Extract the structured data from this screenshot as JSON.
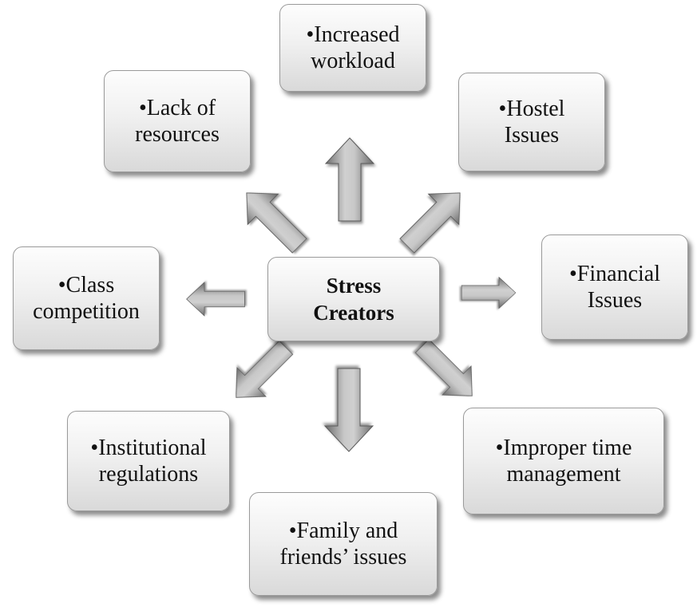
{
  "center": {
    "line1": "Stress",
    "line2": "Creators"
  },
  "nodes": [
    {
      "id": "increased-workload",
      "line1": "•Increased",
      "line2": "workload"
    },
    {
      "id": "lack-of-resources",
      "line1": "•Lack of",
      "line2": "resources"
    },
    {
      "id": "hostel-issues",
      "line1": "•Hostel",
      "line2": "Issues"
    },
    {
      "id": "class-competition",
      "line1": "•Class",
      "line2": "competition"
    },
    {
      "id": "financial-issues",
      "line1": "•Financial",
      "line2": "Issues"
    },
    {
      "id": "institutional-regulations",
      "line1": "•Institutional",
      "line2": "regulations"
    },
    {
      "id": "improper-time-management",
      "line1": "•Improper time",
      "line2": "management"
    },
    {
      "id": "family-friends-issues",
      "line1": "•Family and",
      "line2": "friends’ issues"
    }
  ]
}
